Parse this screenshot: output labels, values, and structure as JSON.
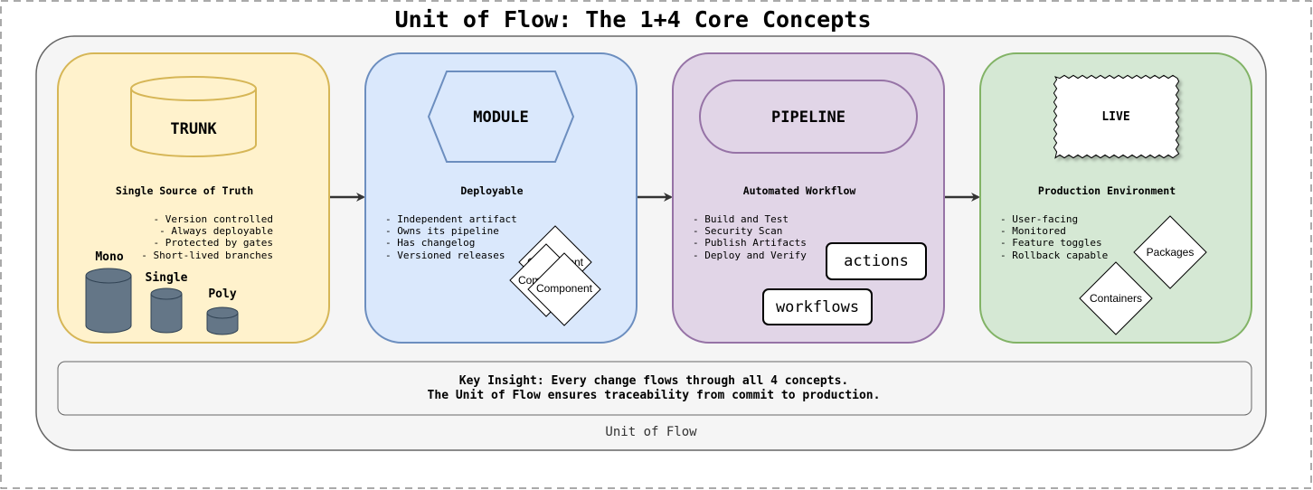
{
  "title": "Unit of Flow: The 1+4 Core Concepts",
  "container_label": "Unit of Flow",
  "insight": {
    "line1": "Key Insight: Every change flows through all 4 concepts.",
    "line2": "The Unit of Flow ensures traceability from commit to production."
  },
  "trunk": {
    "label": "TRUNK",
    "subtitle": "Single Source of Truth",
    "bullets": [
      "- Version controlled",
      "- Always deployable",
      "- Protected by gates",
      "- Short-lived branches"
    ],
    "repo_types": [
      "Mono",
      "Single",
      "Poly"
    ]
  },
  "module": {
    "label": "MODULE",
    "subtitle": "Deployable",
    "bullets": [
      "- Independent artifact",
      "- Owns its pipeline",
      "- Has changelog",
      "- Versioned releases"
    ],
    "components": [
      "Component",
      "Component",
      "Component"
    ]
  },
  "pipeline": {
    "label": "PIPELINE",
    "subtitle": "Automated Workflow",
    "bullets": [
      "- Build and Test",
      "- Security Scan",
      "- Publish Artifacts",
      "- Deploy and Verify"
    ],
    "tags": [
      "actions",
      "workflows"
    ]
  },
  "live": {
    "label": "LIVE",
    "subtitle": "Production Environment",
    "bullets": [
      "- User-facing",
      "- Monitored",
      "- Feature toggles",
      "- Rollback capable"
    ],
    "artifacts": [
      "Packages",
      "Containers"
    ]
  },
  "colors": {
    "trunk_fill": "#fff2cc",
    "trunk_stroke": "#d6b656",
    "module_fill": "#dae8fc",
    "module_stroke": "#6c8ebf",
    "pipeline_fill": "#e1d5e7",
    "pipeline_stroke": "#9673a6",
    "live_fill": "#d5e8d4",
    "live_stroke": "#82b366",
    "container_fill": "#f5f5f5",
    "container_stroke": "#666666",
    "cylinder_fill": "#647687",
    "cylinder_stroke": "#314354",
    "arrow": "#333333"
  }
}
